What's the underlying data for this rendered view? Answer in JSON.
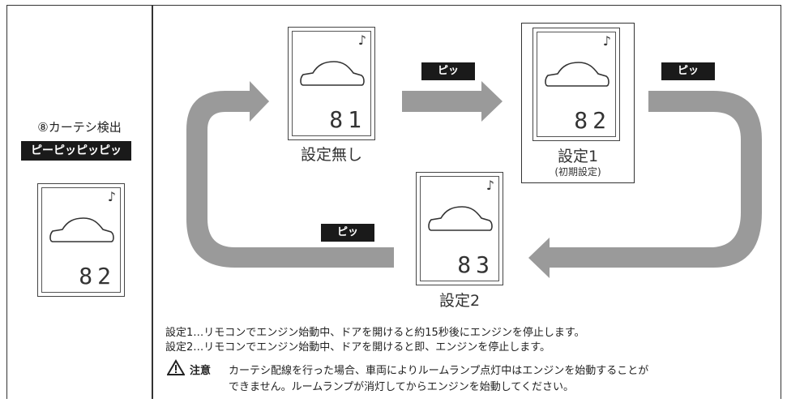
{
  "left_panel": {
    "title": "⑧カーテシ検出",
    "beep_pattern": "ピーピッピッピッ",
    "display_value": "82",
    "display_icon": "car-icon",
    "note_icon": "music-note-icon"
  },
  "cycle": {
    "beep_label": "ピッ",
    "states": [
      {
        "value": "81",
        "label": "設定無し",
        "sublabel": ""
      },
      {
        "value": "82",
        "label": "設定1",
        "sublabel": "(初期設定)"
      },
      {
        "value": "83",
        "label": "設定2",
        "sublabel": ""
      }
    ]
  },
  "descriptions": {
    "line1": "設定1…リモコンでエンジン始動中、ドアを開けると約15秒後にエンジンを停止します。",
    "line2": "設定2…リモコンでエンジン始動中、ドアを開けると即、エンジンを停止します。"
  },
  "caution": {
    "label": "注意",
    "text1": "カーテシ配線を行った場合、車両によりルームランプ点灯中はエンジンを始動することが",
    "text2": "できません。ルームランプが消灯してからエンジンを始動してください。",
    "icon": "warning-icon"
  },
  "colors": {
    "arrow": "#9a9a9a",
    "badge": "#1a1a1a"
  }
}
